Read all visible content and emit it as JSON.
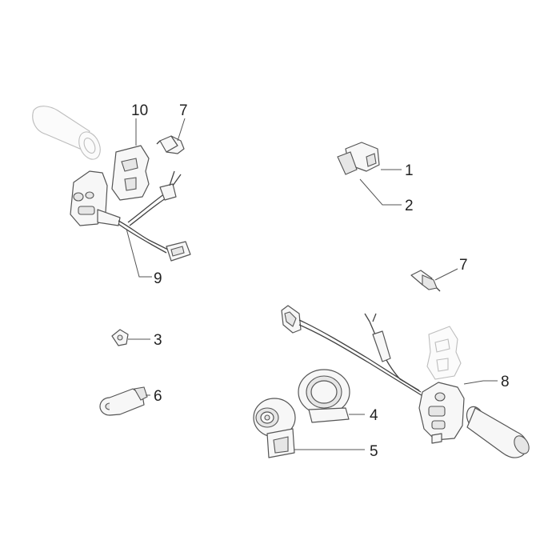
{
  "callouts": {
    "c1": "1",
    "c2": "2",
    "c3": "3",
    "c4": "4",
    "c5": "5",
    "c6": "6",
    "c7a": "7",
    "c7b": "7",
    "c8": "8",
    "c9": "9",
    "c10": "10"
  },
  "colors": {
    "line": "#555555",
    "fill": "#f7f7f7",
    "ghost": "#bdbdbd"
  }
}
